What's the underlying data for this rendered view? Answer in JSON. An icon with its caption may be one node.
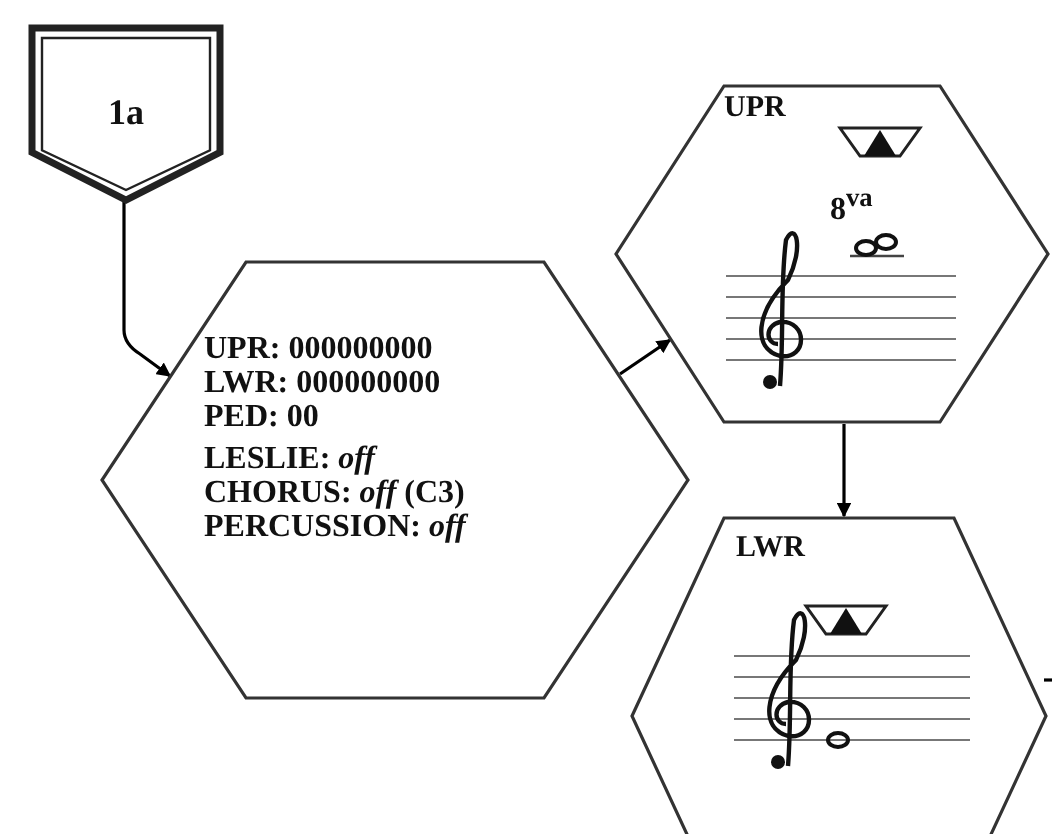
{
  "diagram": {
    "nodes": [
      {
        "text": [
          "1a"
        ]
      },
      {
        "text": [
          "UPR: 000000000",
          "LWR: 000000000",
          "PED: 00",
          "LESLIE: *off*",
          "CHORUS: *off* (C3)",
          "PERCUSSION: *off*"
        ]
      },
      {
        "text": [
          "UPR",
          "8$^{va}$"
        ]
      },
      {
        "text": [
          "LWR"
        ]
      }
    ],
    "edges": [
      {
        "from": 0,
        "to": 1,
        "arrow": "to"
      },
      {
        "from": 1,
        "to": 2,
        "arrow": "to"
      },
      {
        "from": 2,
        "to": 3,
        "arrow": "to"
      },
      {
        "from": 3,
        "to": null,
        "arrow": "none"
      }
    ]
  }
}
